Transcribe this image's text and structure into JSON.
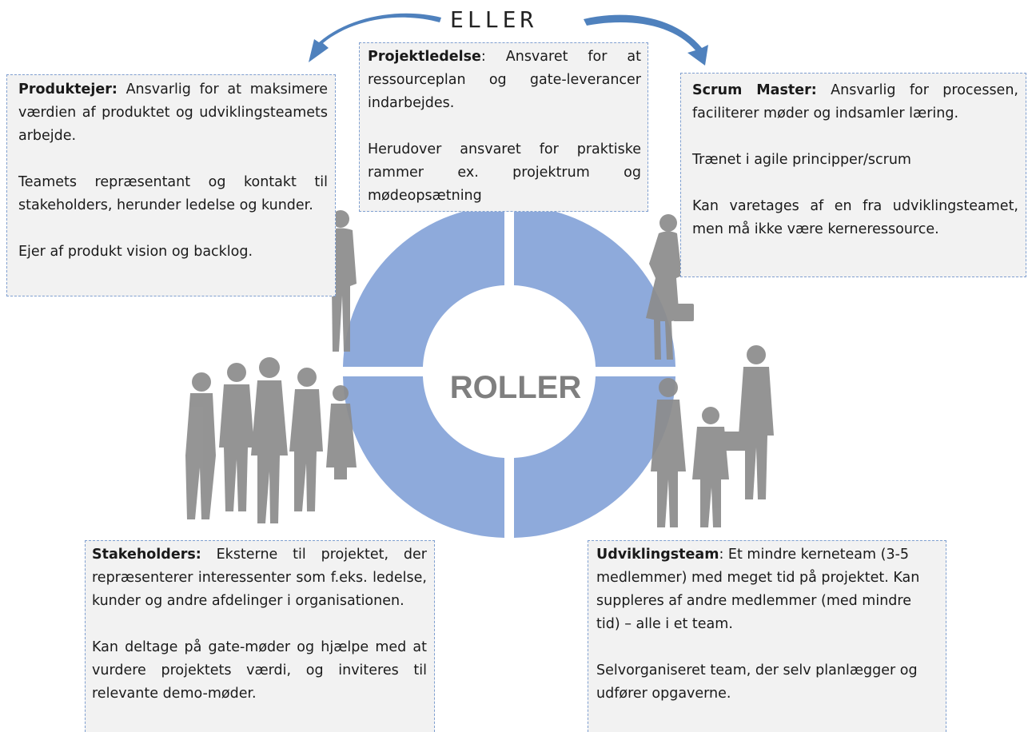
{
  "header": {
    "eller": "ELLER"
  },
  "center": {
    "label": "ROLLER"
  },
  "colors": {
    "ring": "#8eaadb",
    "box_border": "#7f9fd0",
    "box_bg": "#f2f2f2",
    "arrow": "#4f81bd",
    "silhouette": "#8c8c8c"
  },
  "roles": {
    "produktejer": {
      "title": "Produktejer:",
      "p1": "Ansvarlig for at maksimere værdien af produktet og udviklingsteamets arbejde.",
      "p2": "Teamets repræsentant og kontakt til stakeholders, herunder ledelse og kunder.",
      "p3": "Ejer af produkt vision og backlog."
    },
    "projektledelse": {
      "title": "Projektledelse",
      "p1": ": Ansvaret for at ressourceplan og gate-leverancer indarbejdes.",
      "p2": "Herudover ansvaret for praktiske rammer ex. projektrum og mødeopsætning"
    },
    "scrum_master": {
      "title": "Scrum Master:",
      "p1": "Ansvarlig for processen, faciliterer møder og indsamler læring.",
      "p2": "Trænet i agile principper/scrum",
      "p3": "Kan varetages af en fra udviklingsteamet, men må ikke være kerneressource."
    },
    "stakeholders": {
      "title": "Stakeholders:",
      "p1": "Eksterne til projektet, der repræsenterer interessenter som f.eks. ledelse, kunder og andre afdelinger i organisationen.",
      "p2": "Kan deltage på gate-møder og hjælpe med at vurdere projektets værdi, og inviteres til relevante demo-møder."
    },
    "udviklingsteam": {
      "title": "Udviklingsteam",
      "p1": ": Et mindre kerneteam (3-5 medlemmer) med meget tid på projektet. Kan suppleres af andre medlemmer (med mindre tid) – alle i et team.",
      "p2": "Selvorganiseret team, der selv planlægger og udfører opgaverne."
    }
  }
}
